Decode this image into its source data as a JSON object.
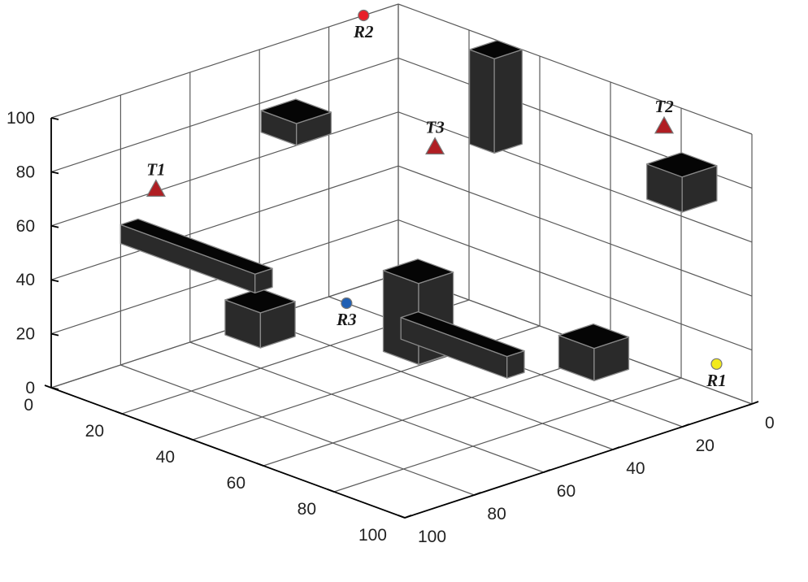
{
  "chart_data": {
    "type": "scatter3d",
    "title": "",
    "xlabel": "",
    "ylabel": "",
    "zlabel": "",
    "xlim": [
      0,
      100
    ],
    "ylim": [
      0,
      100
    ],
    "zlim": [
      0,
      100
    ],
    "grid": true,
    "x_ticks": [
      "0",
      "20",
      "40",
      "60",
      "80",
      "100"
    ],
    "y_ticks": [
      "0",
      "20",
      "40",
      "60",
      "80",
      "100"
    ],
    "z_ticks": [
      "0",
      "20",
      "40",
      "60",
      "80",
      "100"
    ],
    "points": [
      {
        "label": "T1",
        "kind": "transmitter",
        "marker": "triangle",
        "color": "#b01e23",
        "x": 80,
        "y": 10,
        "z": 70
      },
      {
        "label": "T2",
        "kind": "transmitter",
        "marker": "triangle",
        "color": "#b01e23",
        "x": 10,
        "y": 85,
        "z": 100
      },
      {
        "label": "T3",
        "kind": "transmitter",
        "marker": "triangle",
        "color": "#b01e23",
        "x": 20,
        "y": 30,
        "z": 70
      },
      {
        "label": "R1",
        "kind": "receiver",
        "marker": "circle",
        "color": "#f2ea1c",
        "x": 0,
        "y": 90,
        "z": 10
      },
      {
        "label": "R2",
        "kind": "receiver",
        "marker": "circle",
        "color": "#e8202a",
        "x": 10,
        "y": 0,
        "z": 100
      },
      {
        "label": "R3",
        "kind": "receiver",
        "marker": "circle",
        "color": "#1f5fb4",
        "x": 20,
        "y": 5,
        "z": 0
      }
    ],
    "obstacles": [
      {
        "shape": "cube",
        "x": [
          55,
          65
        ],
        "y": [
          25,
          35
        ],
        "z": [
          92,
          100
        ]
      },
      {
        "shape": "cube",
        "x": [
          5,
          15
        ],
        "y": [
          85,
          95
        ],
        "z": [
          75,
          88
        ]
      },
      {
        "shape": "cube",
        "x": [
          10,
          20
        ],
        "y": [
          65,
          75
        ],
        "z": [
          5,
          17
        ]
      },
      {
        "shape": "cube",
        "x": [
          45,
          55
        ],
        "y": [
          5,
          15
        ],
        "z": [
          3,
          16
        ]
      },
      {
        "shape": "bar",
        "x": [
          0,
          8
        ],
        "y": [
          28,
          35
        ],
        "z": [
          65,
          100
        ]
      },
      {
        "shape": "bar",
        "x": [
          75,
          80
        ],
        "y": [
          0,
          38
        ],
        "z": [
          45,
          52
        ]
      },
      {
        "shape": "bar",
        "x": [
          35,
          40
        ],
        "y": [
          40,
          70
        ],
        "z": [
          12,
          20
        ]
      },
      {
        "shape": "bar",
        "x": [
          30,
          40
        ],
        "y": [
          35,
          45
        ],
        "z": [
          5,
          35
        ]
      }
    ]
  },
  "colors": {
    "axis": "#000000",
    "grid": "#5a5a5a",
    "obstacle_top": "#050505",
    "obstacle_side": "#2a2a2a",
    "obstacle_edge": "#8a8a8a",
    "marker_edge": "#777777"
  }
}
